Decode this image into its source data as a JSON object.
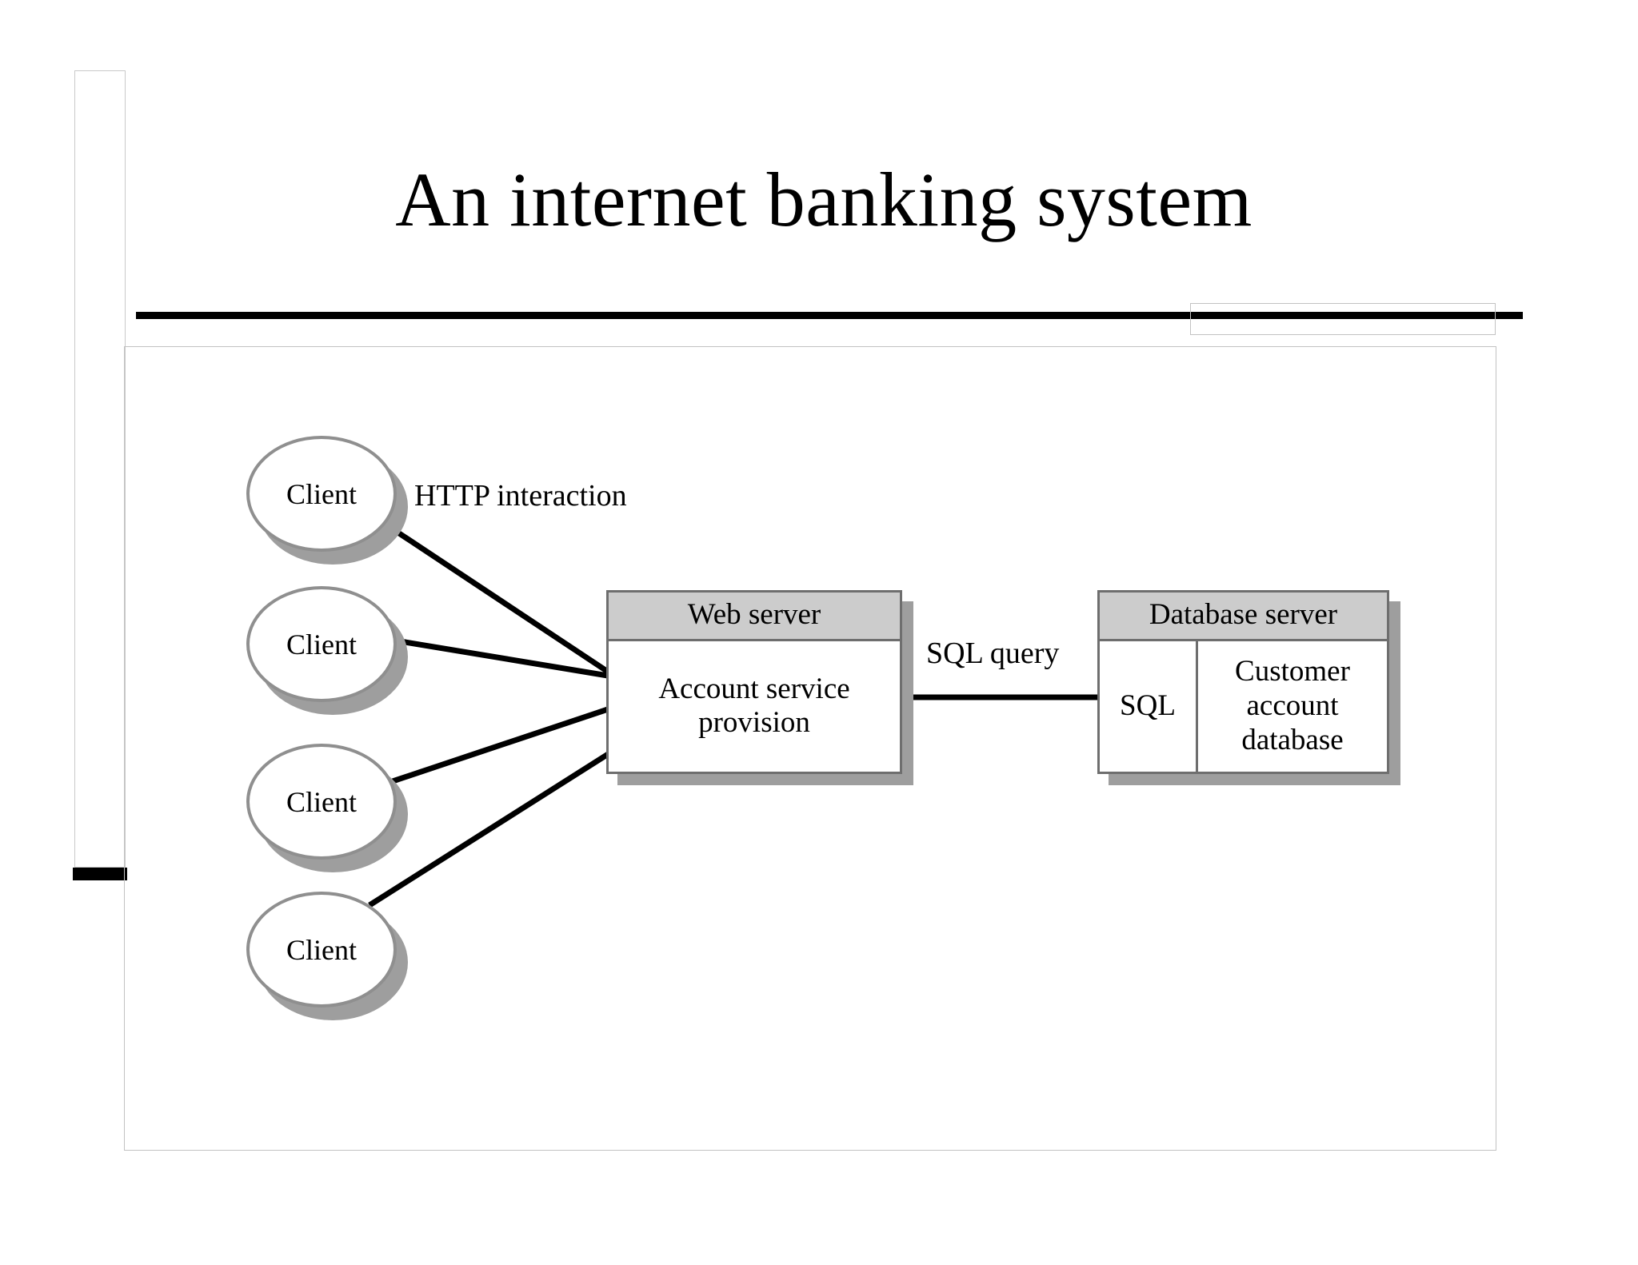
{
  "slide": {
    "title": "An internet banking system",
    "background_color": "#ffffff"
  },
  "colors": {
    "header_fill": "#cccccc",
    "shadow": "#9e9e9e",
    "node_stroke": "#6e6e6e",
    "ellipse_stroke": "#8f8f8f",
    "rule": "#000000",
    "frame": "#c2c2c2"
  },
  "diagram": {
    "type": "deployment-diagram",
    "clients": [
      {
        "label": "Client"
      },
      {
        "label": "Client"
      },
      {
        "label": "Client"
      },
      {
        "label": "Client"
      }
    ],
    "web_server": {
      "header": "Web server",
      "body": "Account service provision"
    },
    "database_server": {
      "header": "Database server",
      "cells": {
        "sql": "SQL",
        "database": "Customer account database"
      }
    },
    "edge_labels": {
      "http": "HTTP interaction",
      "sql_query": "SQL query"
    }
  }
}
